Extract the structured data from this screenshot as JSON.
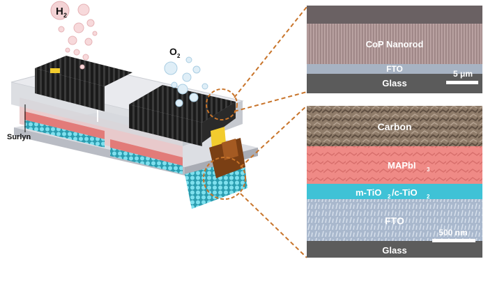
{
  "device": {
    "gas_h2": "H",
    "gas_h2_sub": "2",
    "gas_o2": "O",
    "gas_o2_sub": "2",
    "surlyn_label": "Surlyn"
  },
  "sem_top": {
    "layers": [
      "CoP Nanorod",
      "FTO",
      "Glass"
    ],
    "scale_bar": "5 μm"
  },
  "sem_bottom": {
    "layers": [
      "Carbon",
      "MAPbI",
      "m-TiO",
      "/c-TiO",
      "FTO",
      "Glass"
    ],
    "subscripts": [
      "3",
      "2",
      "2"
    ],
    "scale_bar": "500 nm"
  },
  "colors": {
    "accent_dashed": "#c8742a",
    "cop_layer": "#b59b9a",
    "carbon_layer": "#8a7766",
    "perovskite": "#ef8a86",
    "tio2": "#3fc2d6",
    "fto": "#a8b7cc",
    "glass": "#5c5c5c"
  }
}
